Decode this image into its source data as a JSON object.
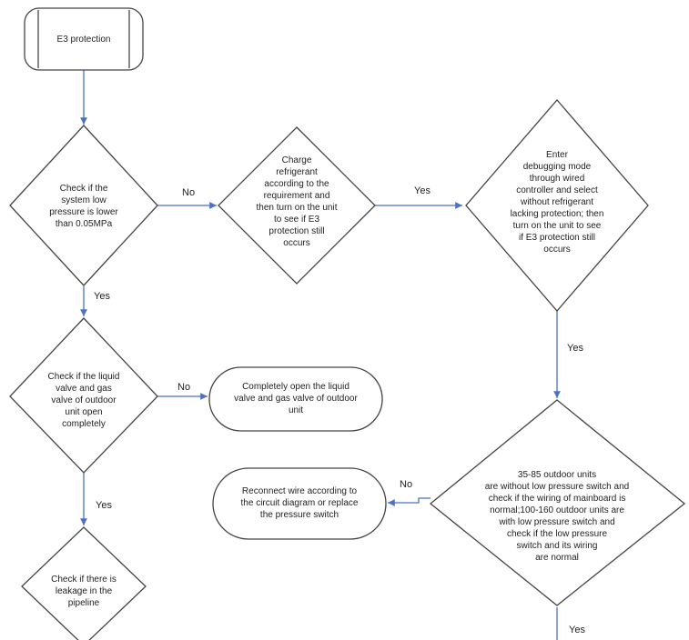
{
  "diagram": {
    "colors": {
      "stroke": "#444444",
      "arrow": "#4a72c4",
      "fill": "#ffffff",
      "text": "#222222"
    },
    "nodes": {
      "start": {
        "lines": [
          "E3 protection"
        ]
      },
      "check_pressure": {
        "lines": [
          "Check if the",
          "system low",
          "pressure is lower",
          "than 0.05MPa"
        ]
      },
      "charge_refrigerant": {
        "lines": [
          "Charge",
          "refrigerant",
          "according to the",
          "requirement and",
          "then turn on the unit",
          "to see if E3",
          "protection still",
          "occurs"
        ]
      },
      "debug_mode": {
        "lines": [
          "Enter",
          "debugging mode",
          "through wired",
          "controller and select",
          "without refrigerant",
          "lacking protection; then",
          "turn on the unit to see",
          "if E3 protection still",
          "occurs"
        ]
      },
      "check_valves": {
        "lines": [
          "Check if the liquid",
          "valve and gas",
          "valve of outdoor",
          "unit open",
          "completely"
        ]
      },
      "open_valves": {
        "lines": [
          "Completely open the liquid",
          "valve and gas valve of outdoor",
          "unit"
        ]
      },
      "check_switch": {
        "lines": [
          "35-85 outdoor units",
          "are without low pressure switch and",
          "check if the wiring of mainboard is",
          "normal;100-160 outdoor units are",
          "with low pressure switch and",
          "check if the low pressure",
          "switch and its wiring",
          "are normal"
        ]
      },
      "reconnect_wire": {
        "lines": [
          "Reconnect wire according to",
          "the circuit diagram or replace",
          "the pressure switch"
        ]
      },
      "check_leakage": {
        "lines": [
          "Check if there is",
          "leakage in the",
          "pipeline"
        ]
      }
    },
    "edge_labels": {
      "pressure_no": "No",
      "charge_yes": "Yes",
      "pressure_yes": "Yes",
      "debug_yes": "Yes",
      "valves_no": "No",
      "valves_yes": "Yes",
      "switch_no": "No",
      "switch_yes": "Yes"
    }
  }
}
